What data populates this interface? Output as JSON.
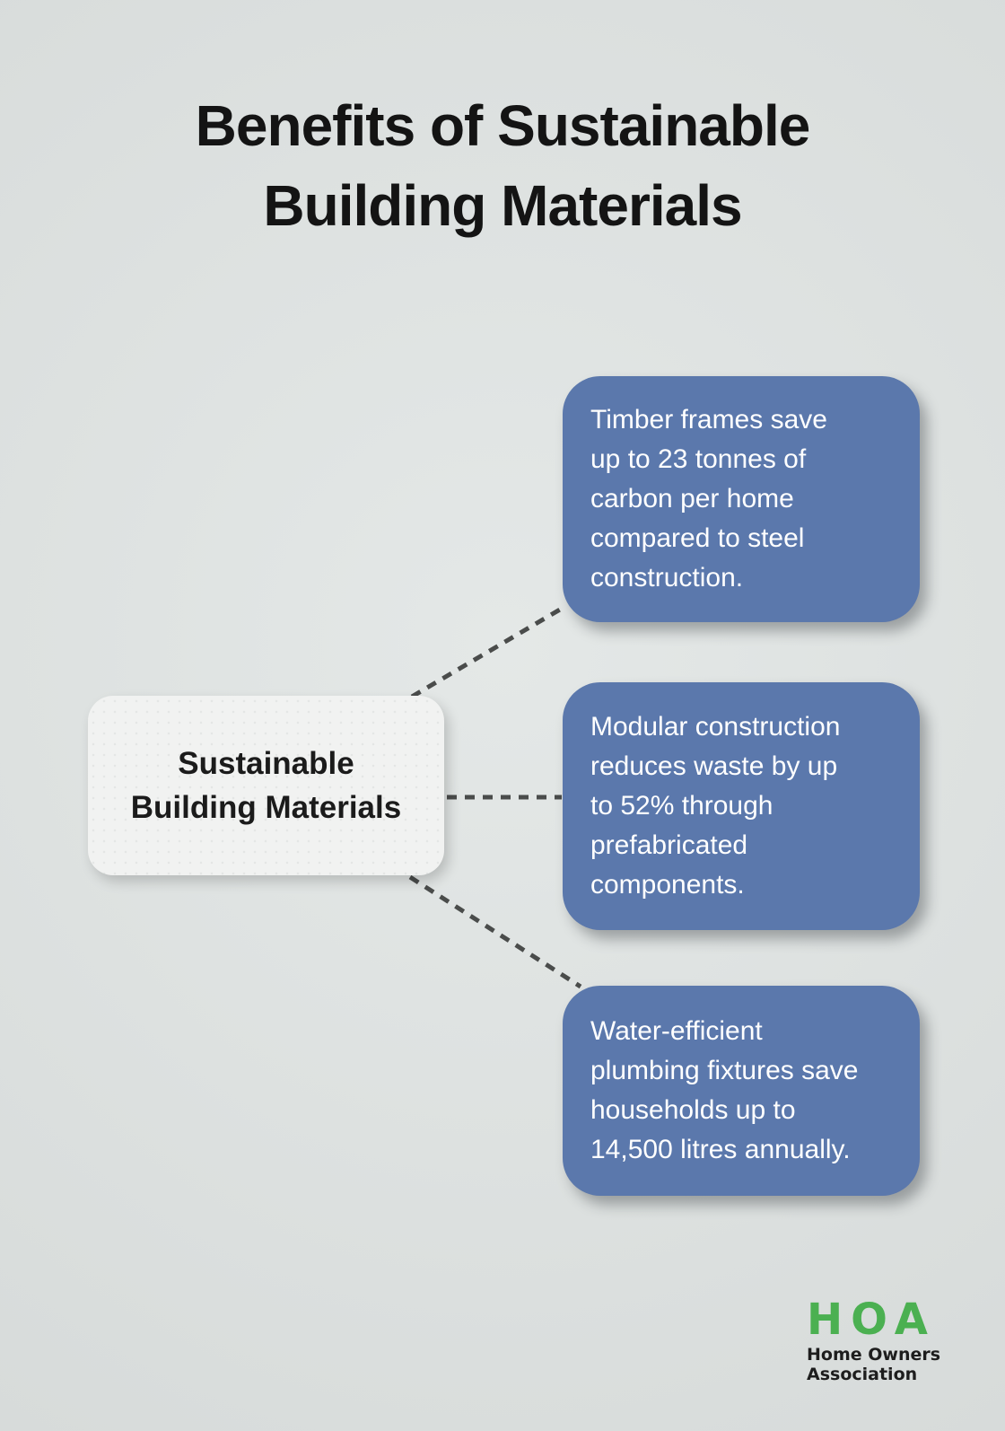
{
  "page": {
    "title": "Benefits of Sustainable\nBuilding Materials"
  },
  "diagram": {
    "root_label": "Sustainable\nBuilding Materials",
    "benefits": [
      {
        "text": "Timber frames save\nup to 23 tonnes of\ncarbon per home\ncompared to steel\nconstruction."
      },
      {
        "text": "Modular construction\nreduces waste by up\nto 52% through\nprefabricated\ncomponents."
      },
      {
        "text": "Water-efficient\nplumbing fixtures save\nhouseholds up to\n14,500 litres annually."
      }
    ]
  },
  "logo": {
    "acronym": "HOA",
    "org_name": "Home Owners\nAssociation"
  },
  "colors": {
    "background": "#dde1e0",
    "card_blue": "#5b78ac",
    "root_fill": "#f1f2f1",
    "title_text": "#141414",
    "card_text": "#ffffff",
    "connector_dash": "#4a4c4b",
    "logo_green": "#4bb051",
    "logo_text": "#1d1d1d"
  }
}
